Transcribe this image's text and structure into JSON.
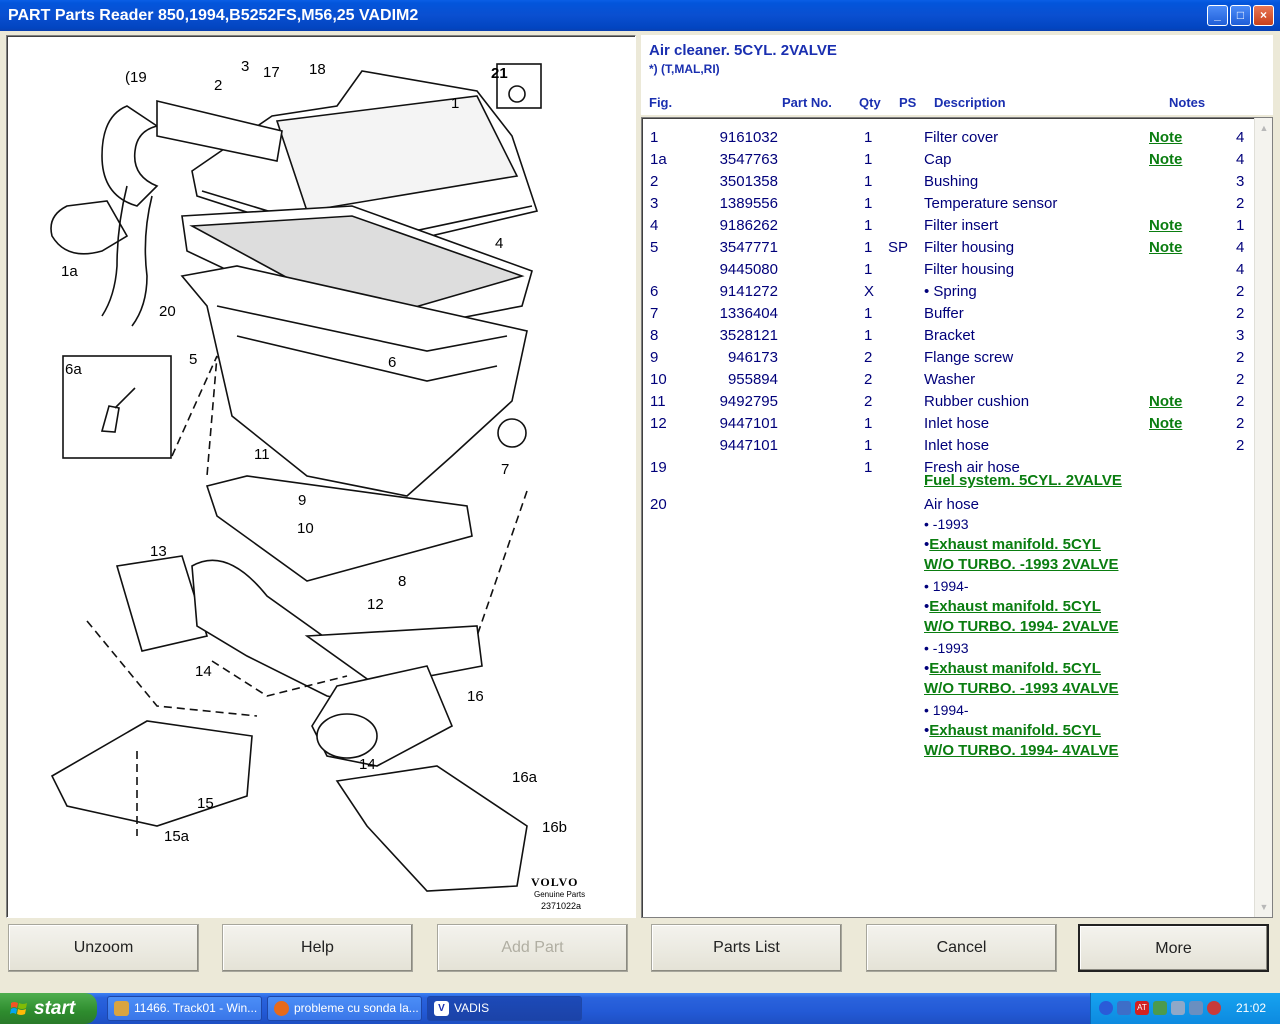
{
  "window": {
    "title": "PART Parts Reader 850,1994,B5252FS,M56,25 VADIM2",
    "min_glyph": "_",
    "max_glyph": "□",
    "close_glyph": "×"
  },
  "diagram": {
    "labels": {
      "l19": "(19",
      "l2": "2",
      "l3": "3",
      "l17": "17",
      "l18": "18",
      "l21": "21",
      "l1": "1",
      "l4": "4",
      "l1a": "1a",
      "l20": "20",
      "l5": "5",
      "l6": "6",
      "l6a": "6a",
      "l11": "11",
      "l7": "7",
      "l9": "9",
      "l10": "10",
      "l13": "13",
      "l8": "8",
      "l12": "12",
      "l14a": "14",
      "l16": "16",
      "l14b": "14",
      "l16a": "16a",
      "l15": "15",
      "l15a": "15a",
      "l16b": "16b"
    },
    "brand": "VOLVO",
    "brand_sub": "Genuine Parts",
    "drawing_no": "2371022a"
  },
  "group": {
    "title": "Air cleaner. 5CYL. 2VALVE",
    "subtitle": "*) (T,MAL,RI)"
  },
  "columns": {
    "fig": "Fig.",
    "part": "Part No.",
    "qty": "Qty",
    "ps": "PS",
    "desc": "Description",
    "notes": "Notes"
  },
  "rows": [
    {
      "fig": "1",
      "part": "9161032",
      "qty": "1",
      "ps": "",
      "desc": "Filter cover",
      "note": "Note",
      "last": "4"
    },
    {
      "fig": "1a",
      "part": "3547763",
      "qty": "1",
      "ps": "",
      "desc": "Cap",
      "note": "Note",
      "last": "4"
    },
    {
      "fig": "2",
      "part": "3501358",
      "qty": "1",
      "ps": "",
      "desc": "Bushing",
      "note": "",
      "last": "3"
    },
    {
      "fig": "3",
      "part": "1389556",
      "qty": "1",
      "ps": "",
      "desc": "Temperature sensor",
      "note": "",
      "last": "2"
    },
    {
      "fig": "4",
      "part": "9186262",
      "qty": "1",
      "ps": "",
      "desc": "Filter insert",
      "note": "Note",
      "last": "1"
    },
    {
      "fig": "5",
      "part": "3547771",
      "qty": "1",
      "ps": "SP",
      "desc": "Filter housing",
      "note": "Note",
      "last": "4"
    },
    {
      "fig": "",
      "part": "9445080",
      "qty": "1",
      "ps": "",
      "desc": "Filter housing",
      "note": "",
      "last": "4"
    },
    {
      "fig": "6",
      "part": "9141272",
      "qty": "X",
      "ps": "",
      "desc": "• Spring",
      "note": "",
      "last": "2"
    },
    {
      "fig": "7",
      "part": "1336404",
      "qty": "1",
      "ps": "",
      "desc": "Buffer",
      "note": "",
      "last": "2"
    },
    {
      "fig": "8",
      "part": "3528121",
      "qty": "1",
      "ps": "",
      "desc": "Bracket",
      "note": "",
      "last": "3"
    },
    {
      "fig": "9",
      "part": "946173",
      "qty": "2",
      "ps": "",
      "desc": "Flange screw",
      "note": "",
      "last": "2"
    },
    {
      "fig": "10",
      "part": "955894",
      "qty": "2",
      "ps": "",
      "desc": "Washer",
      "note": "",
      "last": "2"
    },
    {
      "fig": "11",
      "part": "9492795",
      "qty": "2",
      "ps": "",
      "desc": "Rubber cushion",
      "note": "Note",
      "last": "2"
    },
    {
      "fig": "12",
      "part": "9447101",
      "qty": "1",
      "ps": "",
      "desc": "Inlet hose",
      "note": "Note",
      "last": "2"
    },
    {
      "fig": "",
      "part": "9447101",
      "qty": "1",
      "ps": "",
      "desc": "Inlet hose",
      "note": "",
      "last": "2"
    },
    {
      "fig": "19",
      "part": "",
      "qty": "1",
      "ps": "",
      "desc": "Fresh air hose",
      "note": "",
      "last": ""
    }
  ],
  "ref_fuel": "Fuel system. 5CYL. 2VALVE",
  "row20": {
    "fig": "20",
    "desc": "Air hose"
  },
  "sub_entries": [
    {
      "range": "• -1993",
      "bullet": "•",
      "link1": "Exhaust manifold. 5CYL",
      "link2": "W/O TURBO. -1993 2VALVE"
    },
    {
      "range": "• 1994-",
      "bullet": "•",
      "link1": "Exhaust manifold. 5CYL",
      "link2": "W/O TURBO. 1994- 2VALVE"
    },
    {
      "range": "• -1993",
      "bullet": "•",
      "link1": "Exhaust manifold. 5CYL",
      "link2": "W/O TURBO. -1993 4VALVE"
    },
    {
      "range": "• 1994-",
      "bullet": "•",
      "link1": "Exhaust manifold. 5CYL",
      "link2": "W/O TURBO. 1994- 4VALVE"
    }
  ],
  "scroll": {
    "up": "▲",
    "down": "▼"
  },
  "buttons": {
    "unzoom": "Unzoom",
    "help": "Help",
    "add_part": "Add Part",
    "parts_list": "Parts List",
    "cancel": "Cancel",
    "more": "More"
  },
  "taskbar": {
    "start": "start",
    "tasks": [
      "11466. Track01 - Win...",
      "probleme cu sonda la...",
      "VADIS"
    ],
    "tray_icons": [
      "network-icon",
      "antivirus-icon",
      "sync-icon",
      "volume-icon",
      "shield-icon",
      "update-icon"
    ],
    "tray_labels": [
      "AT"
    ],
    "clock": "21:02"
  }
}
